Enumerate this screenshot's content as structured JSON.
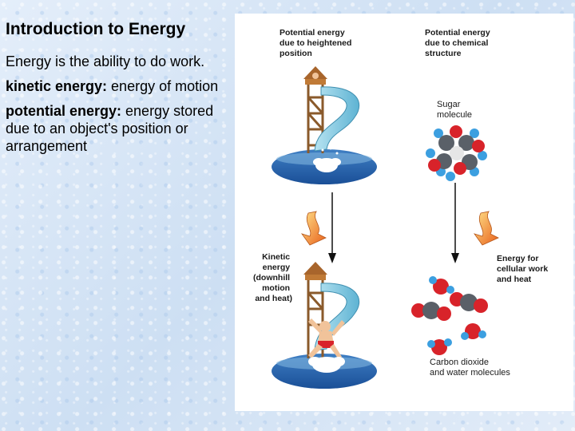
{
  "slide": {
    "title": "Introduction to Energy",
    "definition": "Energy is the ability to do work.",
    "kinetic": {
      "term": "kinetic energy:",
      "text": " energy of motion"
    },
    "potential": {
      "term": "potential energy:",
      "text": " energy stored due to an object's position or arrangement"
    }
  },
  "figure": {
    "top_left_label": [
      "Potential energy",
      "due to heightened",
      "position"
    ],
    "top_right_label": [
      "Potential energy",
      "due to chemical",
      "structure"
    ],
    "sugar_label": [
      "Sugar",
      "molecule"
    ],
    "kinetic_label": [
      "Kinetic",
      "energy",
      "(downhill",
      "motion",
      "and heat)"
    ],
    "cellular_label": [
      "Energy for",
      "cellular work",
      "and heat"
    ],
    "products_label": [
      "Carbon dioxide",
      "and water molecules"
    ],
    "colors": {
      "oxygen": "#d8232a",
      "carbon": "#5a6068",
      "hydrogen": "#3c9fe0",
      "water": "#1f5fa8",
      "slide": "#8fd0e6",
      "energy_arrow": "#f2a31a"
    }
  }
}
